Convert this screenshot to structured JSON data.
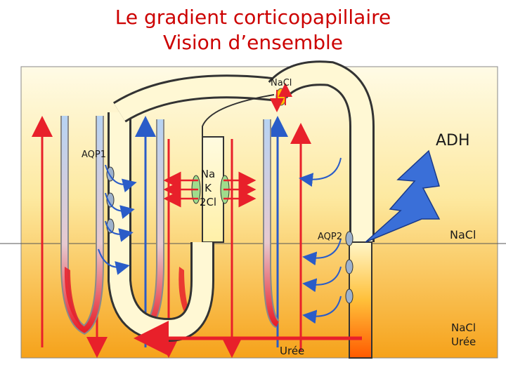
{
  "title": {
    "line1": "Le gradient corticopapillaire",
    "line2": "Vision d’ensemble"
  },
  "labels": {
    "nacl_top": "NaCl",
    "adh": "ADH",
    "aqp1": "AQP1",
    "cotransporter_na": "Na",
    "cotransporter_k": "K",
    "cotransporter_2cl": "2Cl",
    "aqp2": "AQP2",
    "nacl_mid": "NaCl",
    "nacl_bottom": "NaCl",
    "uree_bottom_right": "Urée",
    "uree_collecting": "Urée"
  },
  "colors": {
    "title": "#cc0000",
    "medulla_gradient_top": "#fff7cc",
    "medulla_gradient_bottom": "#f6a21a",
    "tubule_blue": "#3a6fd8",
    "tubule_red": "#e8202a",
    "lightning": "#3a6fd8",
    "collecting_duct_bottom": "#ff5a00"
  }
}
